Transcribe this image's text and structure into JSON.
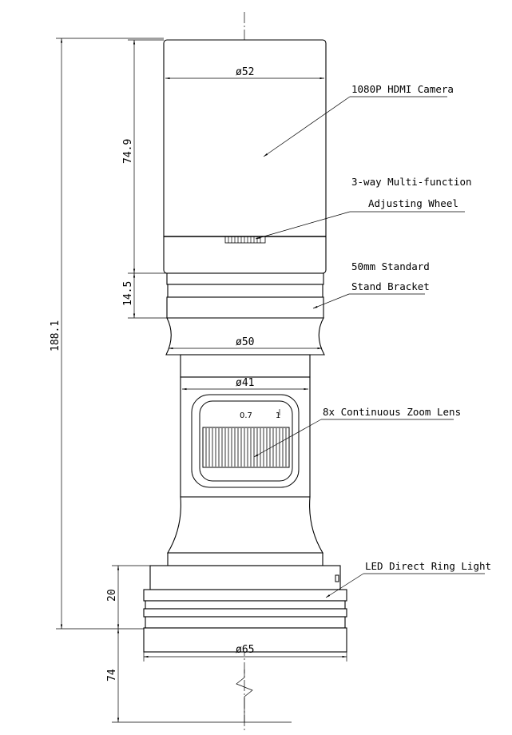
{
  "dimensions": {
    "top_camera_diameter": "ø52",
    "camera_height": "74.9",
    "bracket_height": "14.5",
    "total_height": "188.1",
    "bracket_diameter": "ø50",
    "zoom_body_diameter": "ø41",
    "ring_light_height": "20",
    "ring_light_diameter": "ø65",
    "working_distance": "74"
  },
  "zoom_scale": {
    "mark_low": "0.7",
    "mark_high": "1"
  },
  "callouts": {
    "camera": "1080P HDMI Camera",
    "wheel_line1": "3-way Multi-function",
    "wheel_line2": "Adjusting Wheel",
    "bracket_line1": "50mm Standard",
    "bracket_line2": "Stand Bracket",
    "zoom_lens": "8x Continuous Zoom Lens",
    "ring_light": "LED Direct Ring Light"
  }
}
